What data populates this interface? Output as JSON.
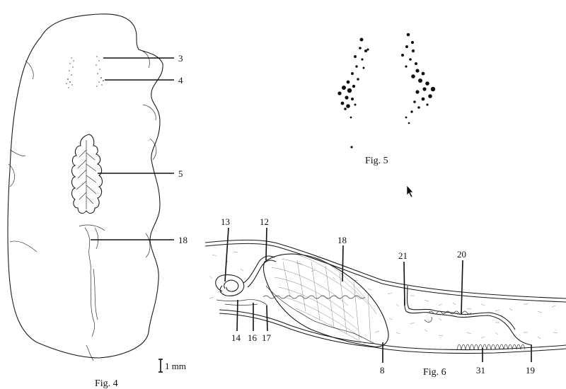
{
  "figures": {
    "fig4": {
      "caption": "Fig. 4",
      "labels": [
        "3",
        "4",
        "5",
        "18"
      ],
      "scale_bar": "1 mm"
    },
    "fig5": {
      "caption": "Fig. 5"
    },
    "fig6": {
      "caption": "Fig. 6",
      "labels_top": [
        "13",
        "12",
        "18",
        "21",
        "20"
      ],
      "labels_bottom": [
        "14",
        "16",
        "17",
        "8",
        "31",
        "19"
      ]
    }
  },
  "cursor": {
    "icon": "mouse-pointer-icon",
    "color": "#111111"
  }
}
